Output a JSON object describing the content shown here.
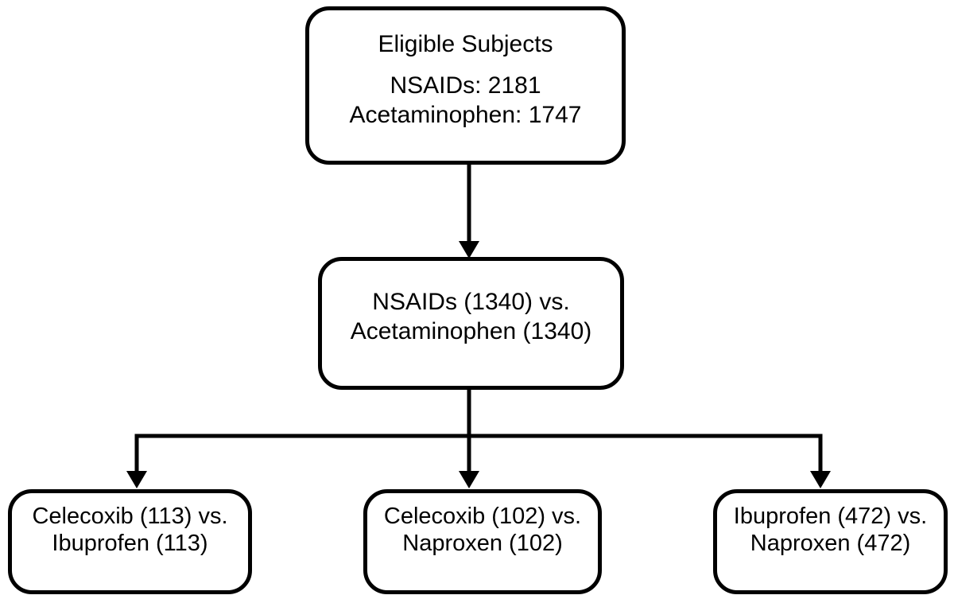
{
  "diagram": {
    "type": "flowchart",
    "colors": {
      "line": "#000000",
      "box_border": "#000000",
      "box_fill": "#ffffff",
      "background": "#ffffff",
      "text": "#000000"
    },
    "nodes": {
      "eligible": {
        "title": "Eligible Subjects",
        "lines": [
          "NSAIDs: 2181",
          "Acetaminophen: 1747"
        ]
      },
      "comparison": {
        "lines": [
          "NSAIDs (1340) vs.",
          "Acetaminophen (1340)"
        ]
      },
      "arm_celecoxib_ibuprofen": {
        "lines": [
          "Celecoxib (113) vs.",
          "Ibuprofen (113)"
        ]
      },
      "arm_celecoxib_naproxen": {
        "lines": [
          "Celecoxib (102) vs.",
          "Naproxen (102)"
        ]
      },
      "arm_ibuprofen_naproxen": {
        "lines": [
          "Ibuprofen (472) vs.",
          "Naproxen (472)"
        ]
      }
    }
  }
}
